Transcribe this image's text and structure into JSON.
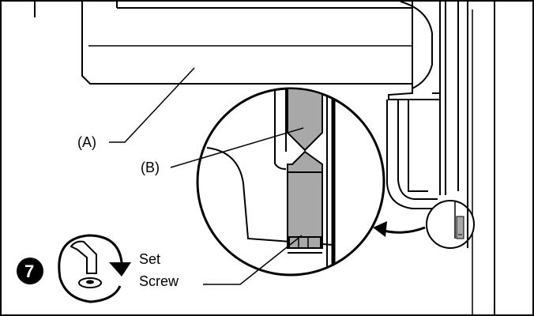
{
  "labels": {
    "a": "(A)",
    "b": "(B)",
    "set_screw_line1": "Set",
    "set_screw_line2": "Screw"
  },
  "step": {
    "number": "7"
  },
  "icons": {
    "step_badge": "step-number-badge",
    "rotate": "rotate-clockwise-arrow-icon",
    "allen_key": "allen-key-icon"
  },
  "colors": {
    "line": "#000000",
    "part_shade": "#a8a8a8",
    "background": "#ffffff"
  }
}
